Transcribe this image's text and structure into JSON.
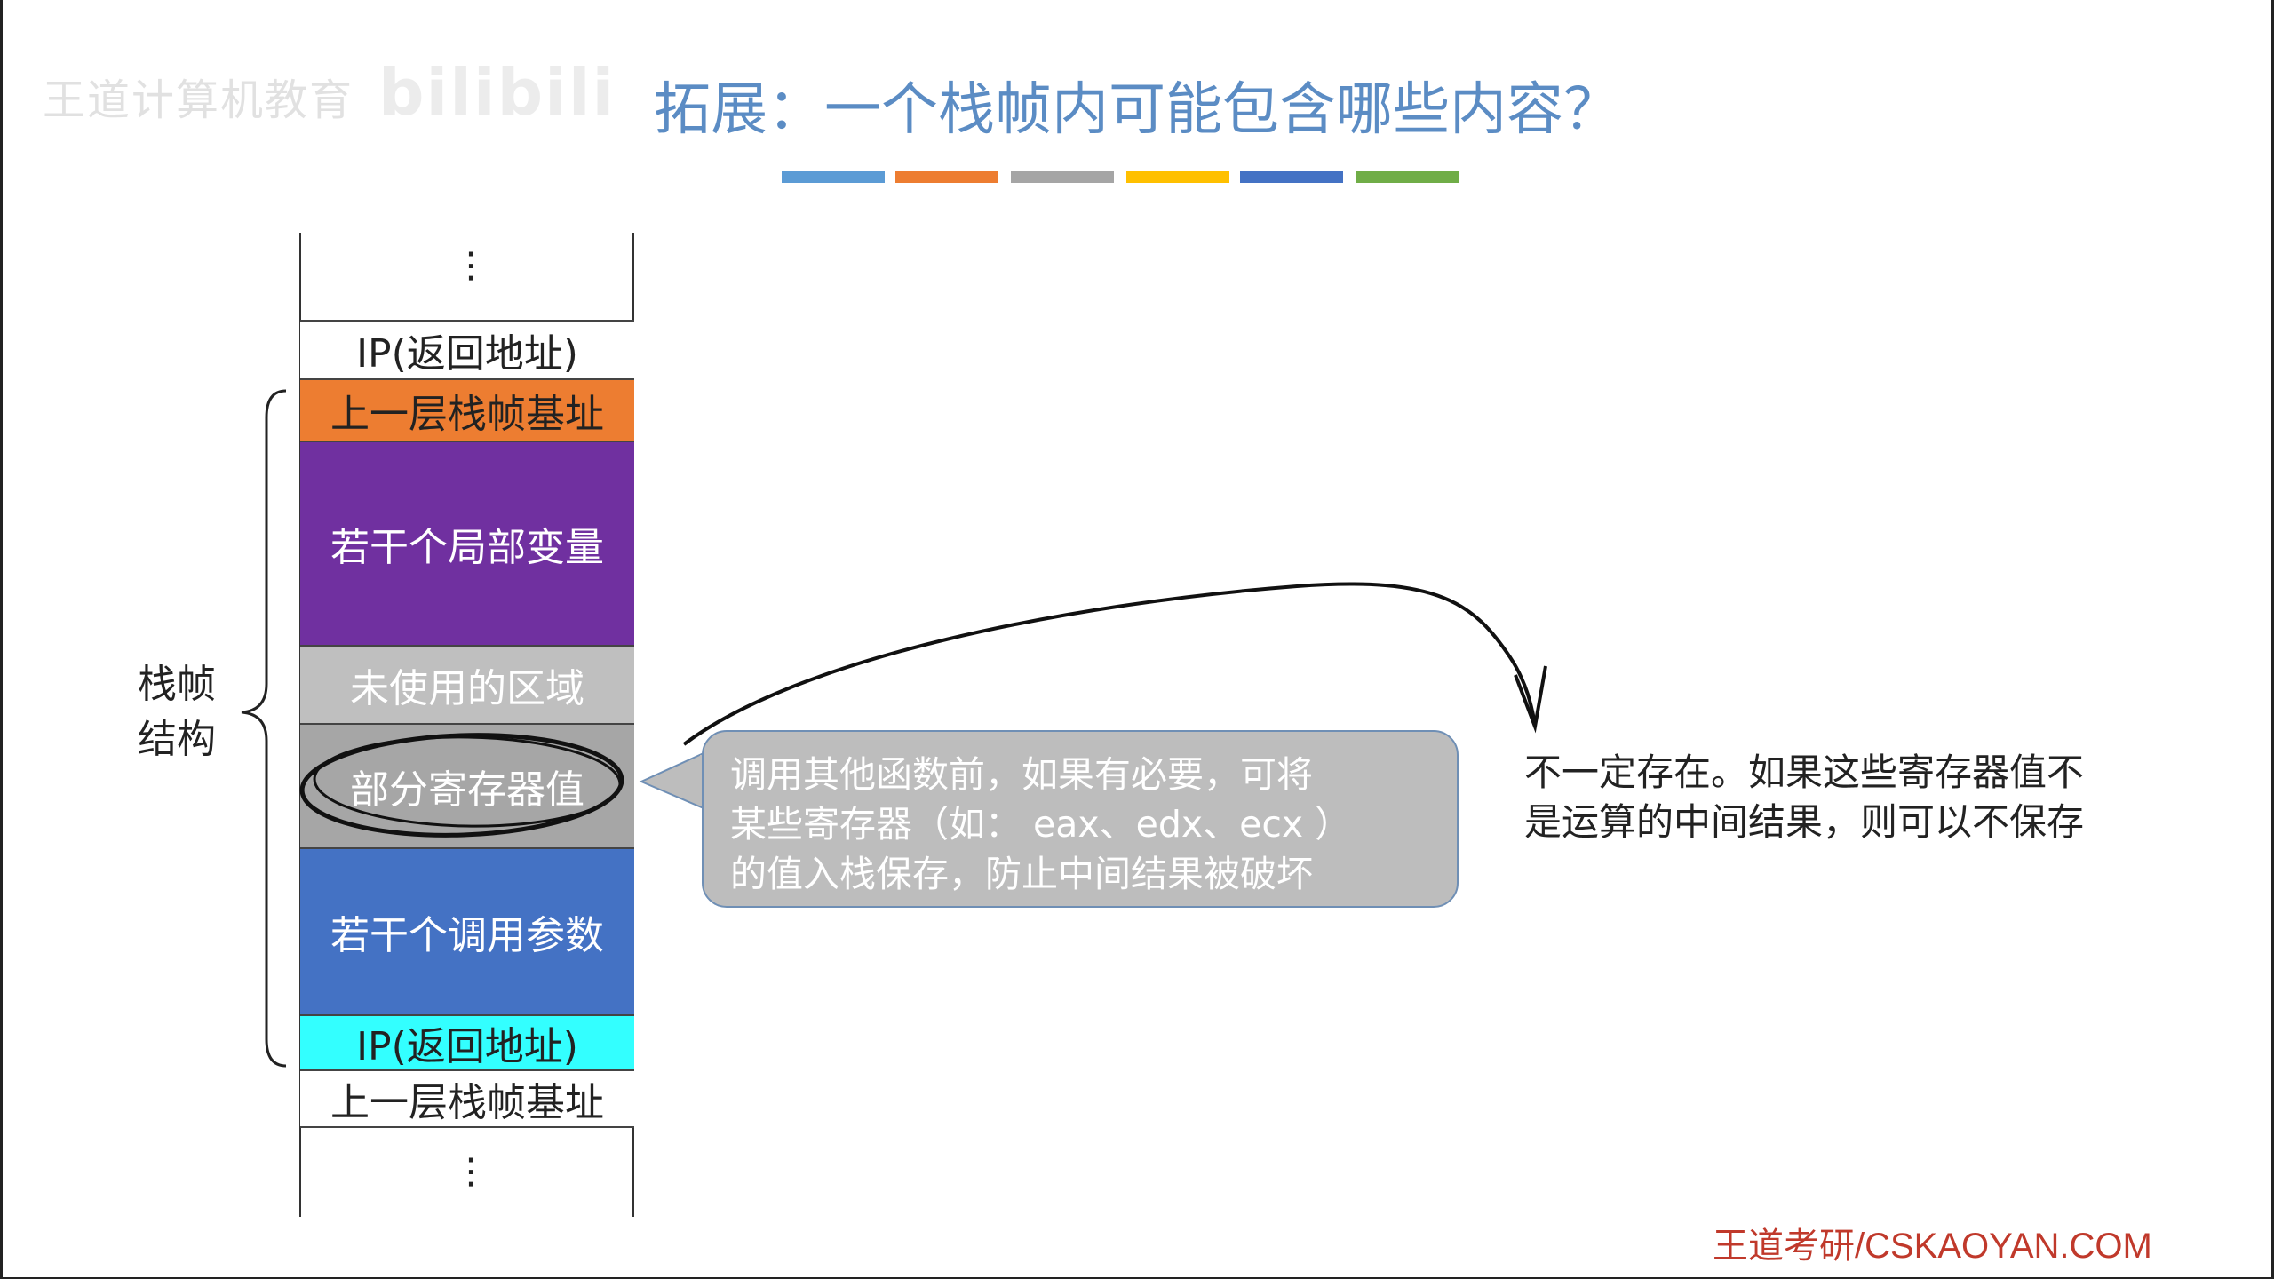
{
  "watermark": {
    "text": "王道计算机教育",
    "logo": "bilibili"
  },
  "title": "拓展：一个栈帧内可能包含哪些内容？",
  "colors": {
    "title": "#5b8cc4",
    "color_bars": [
      "#5b9bd5",
      "#ed7d31",
      "#a5a5a5",
      "#ffc000",
      "#4472c4",
      "#70ad47"
    ],
    "prev_frame_base": "#ed7d31",
    "local_vars": "#7030a0",
    "unused": "#bfbfbf",
    "registers": "#a6a6a6",
    "call_params": "#4472c4",
    "return_ip": "#33ffff",
    "footer": "#c0392b"
  },
  "stack": {
    "top_dots": "⋮",
    "bottom_dots": "⋮",
    "cells": [
      {
        "label": "IP(返回地址)"
      },
      {
        "label": "上一层栈帧基址"
      },
      {
        "label": "若干个局部变量"
      },
      {
        "label": "未使用的区域"
      },
      {
        "label": "部分寄存器值"
      },
      {
        "label": "若干个调用参数"
      },
      {
        "label": "IP(返回地址)"
      },
      {
        "label": "上一层栈帧基址"
      }
    ]
  },
  "brace_label": {
    "line1": "栈帧",
    "line2": "结构"
  },
  "callout": {
    "line1": "调用其他函数前，如果有必要，可将",
    "line2": "某些寄存器（如： eax、edx、ecx ）",
    "line3": "的值入栈保存，防止中间结果被破坏"
  },
  "note": {
    "line1": "不一定存在。如果这些寄存器值不",
    "line2": "是运算的中间结果，则可以不保存"
  },
  "footer": "王道考研/CSKAOYAN.COM"
}
